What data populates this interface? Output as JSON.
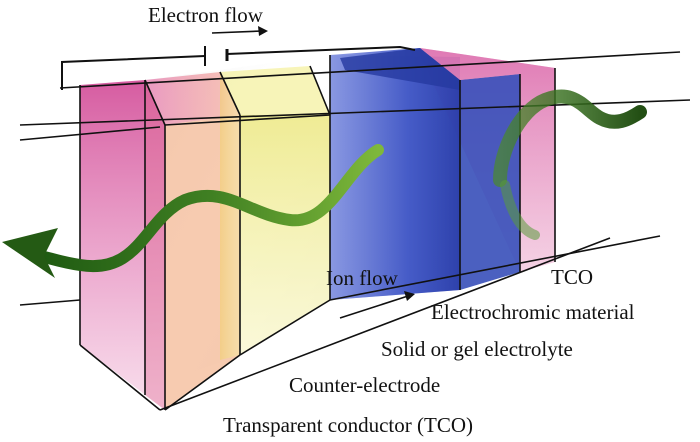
{
  "labels": {
    "electron_flow": "Electron flow",
    "ion_flow": "Ion flow",
    "tco": "TCO",
    "electrochromic": "Electrochromic material",
    "electrolyte": "Solid or gel electrolyte",
    "counter_electrode": "Counter-electrode",
    "transparent_conductor": "Transparent conductor (TCO)"
  },
  "colors": {
    "tco": "#d8589c",
    "counter_electrode": "#eeea6c",
    "electrolyte_glass": "#ffffff",
    "electrochromic": "#2f47b8",
    "light_wave": "#3d7d1e",
    "lines": "#111111"
  }
}
